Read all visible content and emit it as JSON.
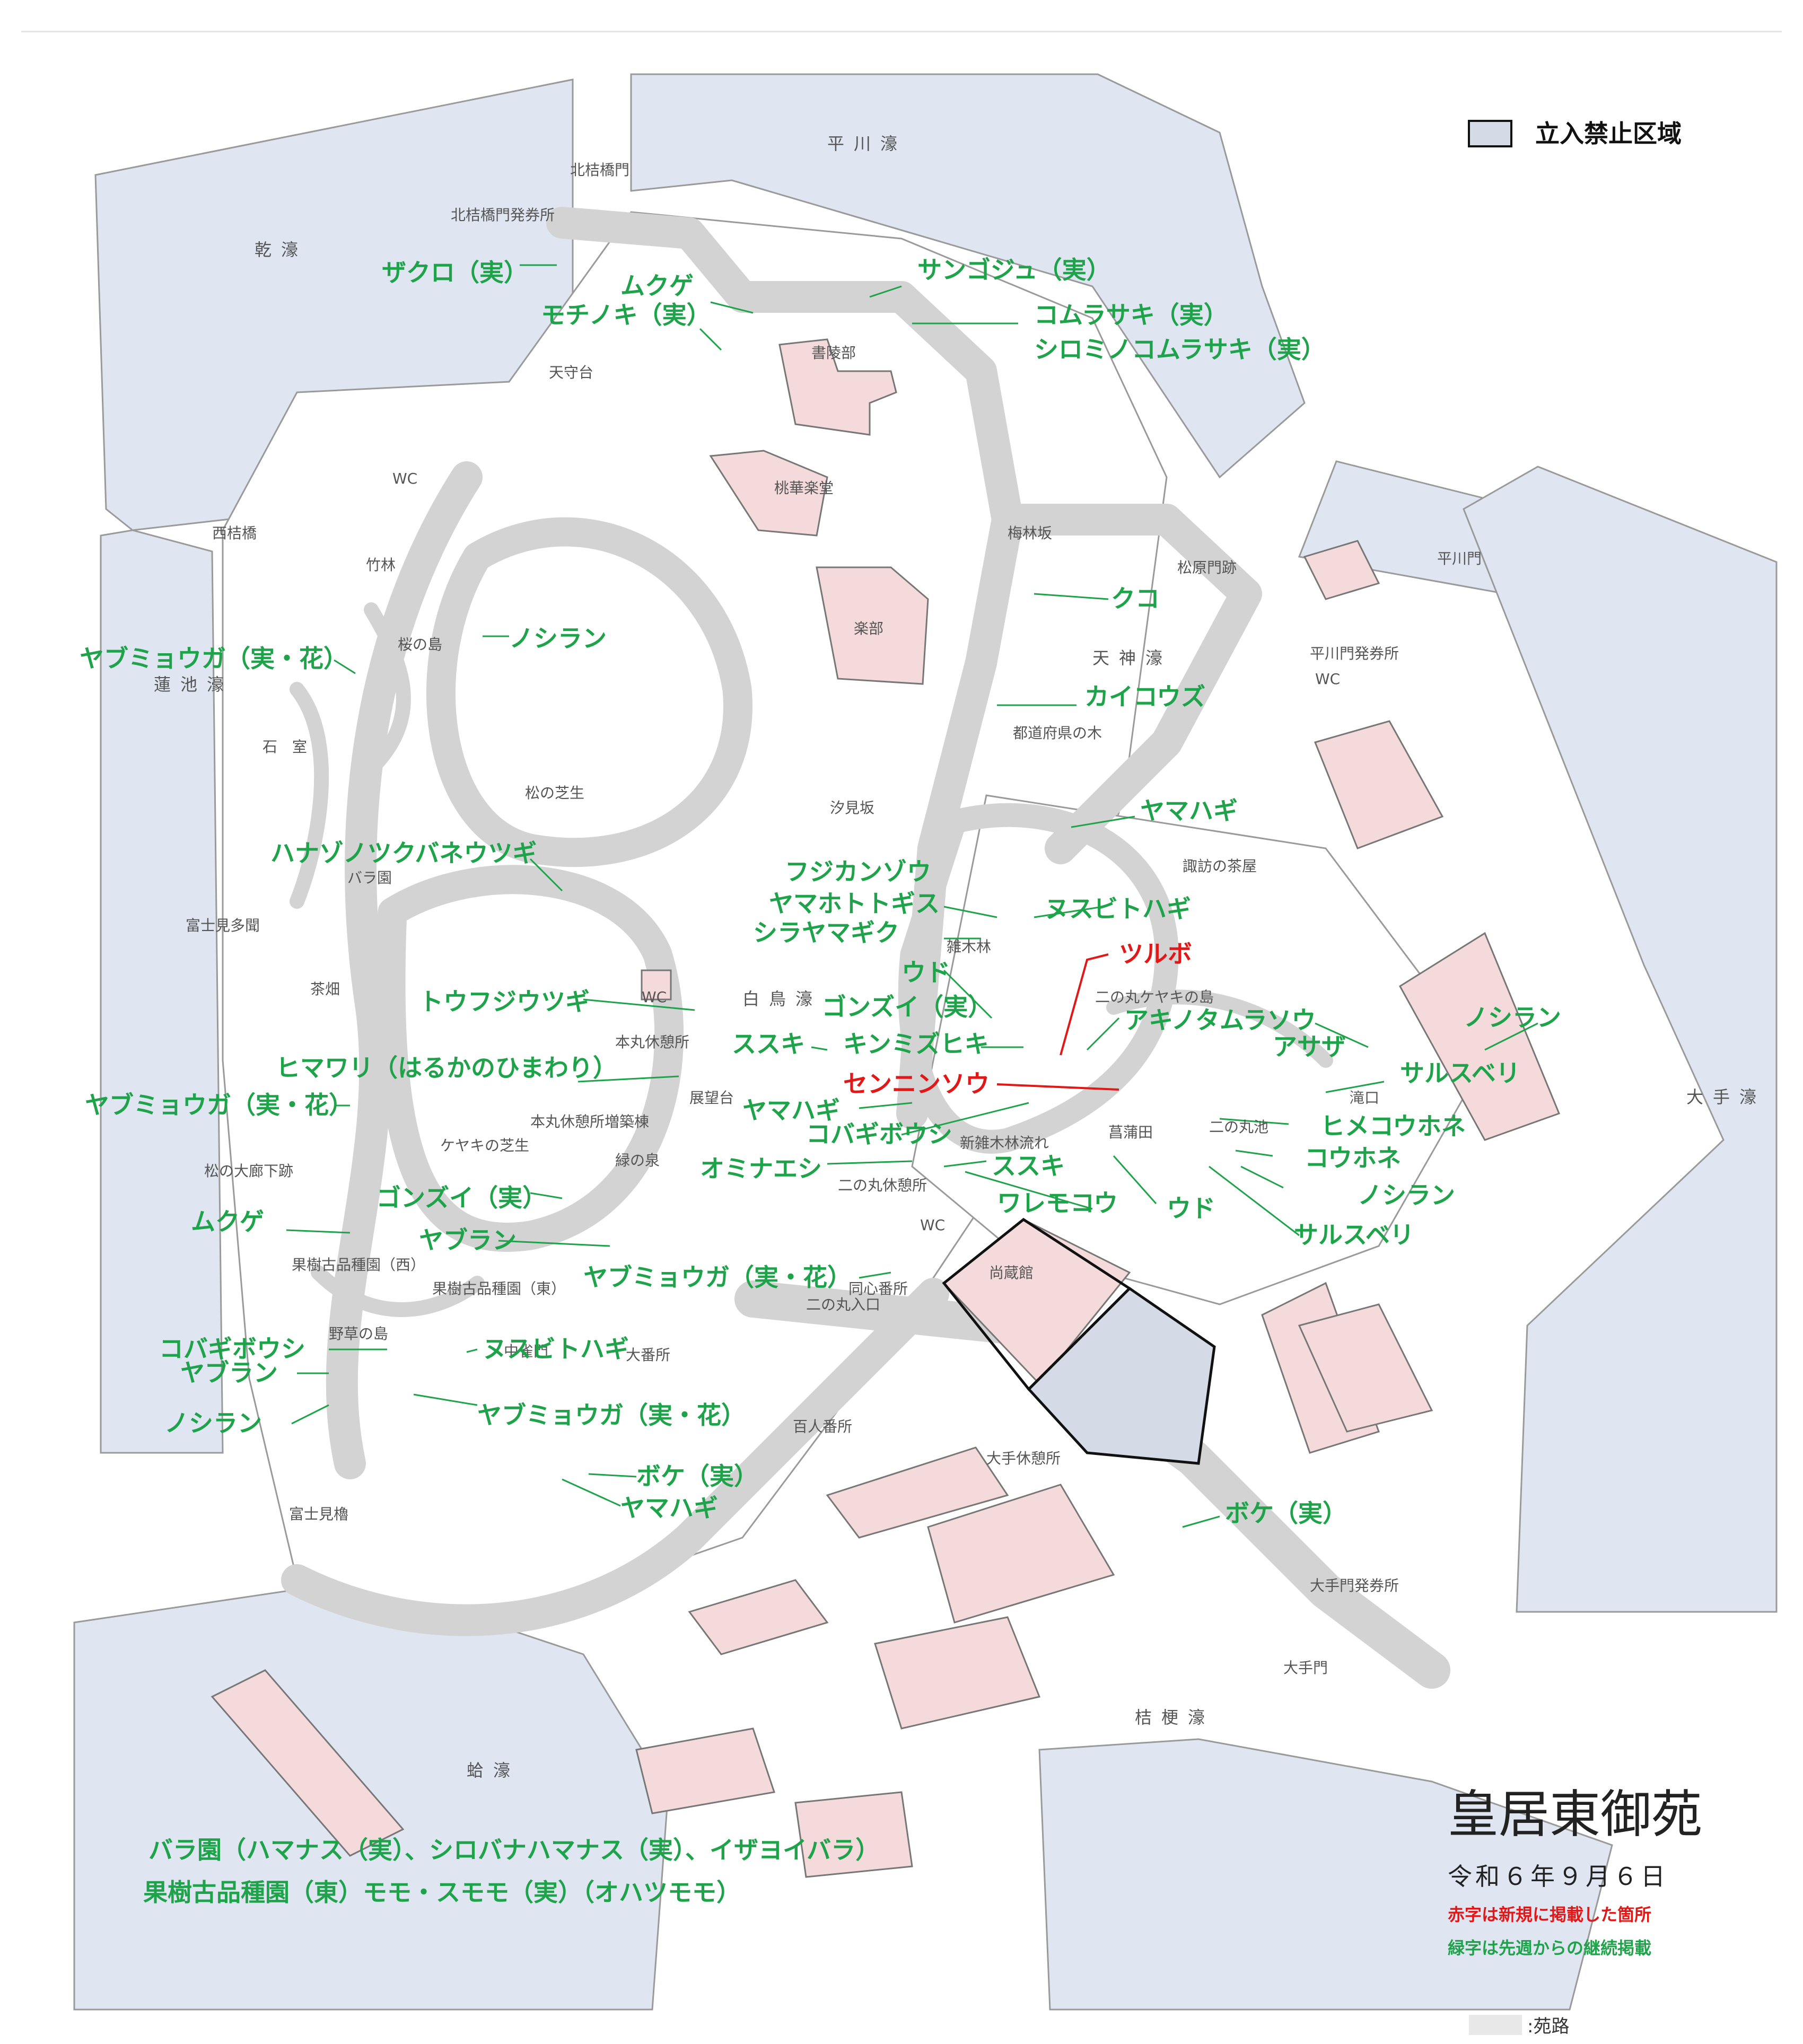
{
  "legend": {
    "restricted_area": "立入禁止区域",
    "path_label": ":苑路"
  },
  "title": {
    "name": "皇居東御苑",
    "date": "令和６年９月６日",
    "note_red": "赤字は新規に掲載した箇所",
    "note_green": "緑字は先週からの継続掲載"
  },
  "moats": {
    "hirakawa": "平川濠",
    "inui": "乾濠",
    "hasuike": "蓮池濠",
    "tenjin": "天神濠",
    "hakucho": "白鳥濠",
    "ote": "大手濠",
    "kikyo": "桔梗濠",
    "hamaguri": "蛤濠"
  },
  "places": {
    "kitahanebashi_gate": "北桔橋門",
    "kitahanebashi_ticket": "北桔橋門発券所",
    "tenshudai": "天守台",
    "shoryobu": "書陵部",
    "tokagakudo": "桃華楽堂",
    "gakubu": "楽部",
    "bairinzaka": "梅林坂",
    "matsubara_gate": "松原門跡",
    "hirakawa_gate": "平川門",
    "hirakawa_ticket": "平川門発券所",
    "wc": "WC",
    "nishihanebashi": "西桔橋",
    "chikurin": "竹林",
    "sakura_island": "桜の島",
    "ishimuro": "石　室",
    "matsu_lawn": "松の芝生",
    "todofuken_trees": "都道府県の木",
    "shiomizaka": "汐見坂",
    "suwa_teahouse": "諏訪の茶屋",
    "rose_garden": "バラ園",
    "fujimi_tamon": "富士見多聞",
    "tea_field": "茶畑",
    "zokibayashi": "雑木林",
    "keyaki_island": "二の丸ケヤキの島",
    "honmaru_rest": "本丸休憩所",
    "tenbodai": "展望台",
    "honmaru_rest_annex": "本丸休憩所増築棟",
    "keyaki_lawn": "ケヤキの芝生",
    "midori_spring": "緑の泉",
    "waterfall": "滝口",
    "ninomaru_pond": "二の丸池",
    "shobuda": "菖蒲田",
    "new_zokibayashi": "新雑木林流れ",
    "ninomaru_rest": "二の丸休憩所",
    "matsu_corridor": "松の大廊下跡",
    "fruit_west": "果樹古品種園（西）",
    "fruit_east": "果樹古品種園（東）",
    "ninomaru_entrance": "二の丸入口",
    "doshin_bansho": "同心番所",
    "shozokan": "尚蔵館",
    "yasou_island": "野草の島",
    "chujakumon": "中雀門",
    "obansho": "大番所",
    "hyakunin_bansho": "百人番所",
    "ote_rest": "大手休憩所",
    "fujimi_yagura": "富士見櫓",
    "ote_ticket": "大手門発券所",
    "ote_gate": "大手門"
  },
  "plants_green": {
    "zakuro": "ザクロ（実）",
    "mukuge_n": "ムクゲ",
    "mochinoki": "モチノキ（実）",
    "sangoju": "サンゴジュ（実）",
    "komurasaki": "コムラサキ（実）",
    "shirominokomurasaki": "シロミノコムラサキ（実）",
    "noshiran_sakura": "ノシラン",
    "yabumyoga_w1": "ヤブミョウガ（実・花）",
    "kuko": "クコ",
    "kaikouzu": "カイコウズ",
    "yamahagi_e": "ヤマハギ",
    "hanazono": "ハナゾノツクバネウツギ",
    "fujikanzou": "フジカンゾウ",
    "yamahototogisu": "ヤマホトトギス",
    "nusubitohagi_e": "ヌスビトハギ",
    "shirayamagiku": "シラヤマギク",
    "udo_c": "ウド",
    "gonzui_c": "ゴンズイ（実）",
    "tofujiutsugi": "トウフジウツギ",
    "akinotamurasou": "アキノタムラソウ",
    "noshiran_e": "ノシラン",
    "asaza": "アサザ",
    "susuki_c": "ススキ",
    "kinmizuhiki": "キンミズヒキ",
    "sarusuberi_e": "サルスベリ",
    "himawari": "ヒマワリ（はるかのひまわり）",
    "yabumyoga_w2": "ヤブミョウガ（実・花）",
    "yamahagi_c": "ヤマハギ",
    "kobagibou_c": "コバギボウシ",
    "himekouhone": "ヒメコウホネ",
    "ominaeshi": "オミナエシ",
    "susuki_s": "ススキ",
    "kouhone": "コウホネ",
    "waremokou": "ワレモコウ",
    "udo_s": "ウド",
    "noshiran_pond": "ノシラン",
    "gonzui_w": "ゴンズイ（実）",
    "sarusuberi_s": "サルスベリ",
    "mukuge_w": "ムクゲ",
    "yaburan_w": "ヤブラン",
    "yabumyoga_fruit": "ヤブミョウガ（実・花）",
    "kobagibou_w": "コバギボウシ",
    "nusubitohagi_w": "ヌスビトハギ",
    "yaburan_w2": "ヤブラン",
    "noshiran_w": "ノシラン",
    "yabumyoga_s": "ヤブミョウガ（実・花）",
    "boke_s": "ボケ（実）",
    "yamahagi_s": "ヤマハギ",
    "boke_e": "ボケ（実）"
  },
  "plants_red": {
    "tsurubo": "ツルボ",
    "senninsou": "センニンソウ"
  },
  "bottom_notes": {
    "rose_line": "バラ園（ハマナス（実）、シロバナハマナス（実）、イザヨイバラ）",
    "fruit_line": "果樹古品種園（東）モモ・スモモ（実）（オハツモモ）"
  },
  "colors": {
    "water": "#dfe5f1",
    "building": "#f5dadb",
    "restricted": "#d5dbe6",
    "path": "#d3d3d3",
    "green_text": "#1fa34a",
    "red_text": "#e01818"
  }
}
